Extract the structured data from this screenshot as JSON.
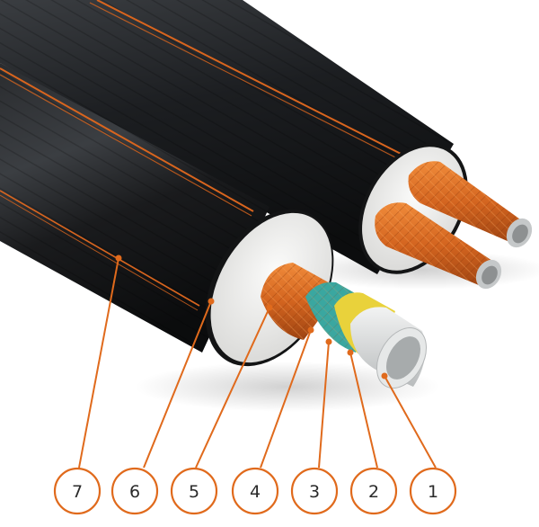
{
  "colors": {
    "jacket": "#1d1f22",
    "stripe": "#d9651e",
    "foam": "#ececeb",
    "carrier": "#d0651f",
    "inner_pipe": "#d9dcdd",
    "barrier_yellow": "#e9d23b",
    "barrier_teal": "#3aa7a0",
    "callout": "#e06a1c"
  },
  "callouts": [
    {
      "label": "7",
      "icon": "outer-jacket"
    },
    {
      "label": "6",
      "icon": "insulation-foam"
    },
    {
      "label": "5",
      "icon": "carrier-pipe"
    },
    {
      "label": "4",
      "icon": "mesh-layer"
    },
    {
      "label": "3",
      "icon": "teal-layer"
    },
    {
      "label": "2",
      "icon": "yellow-layer"
    },
    {
      "label": "1",
      "icon": "inner-pipe"
    }
  ]
}
